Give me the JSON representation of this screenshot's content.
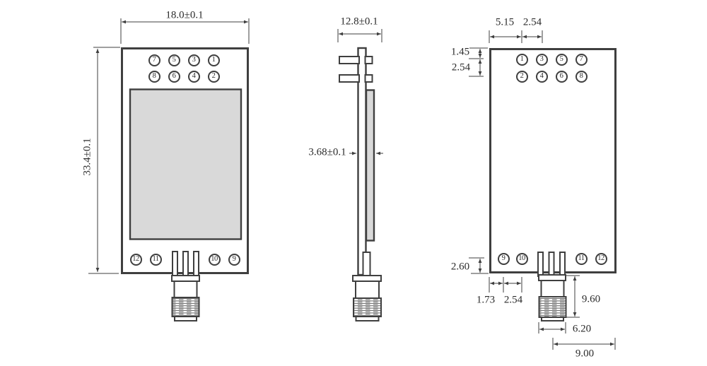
{
  "drawing": {
    "type": "mechanical-dimension-drawing",
    "views": {
      "front": {
        "pins_top_row1": [
          "7",
          "5",
          "3",
          "1"
        ],
        "pins_top_row2": [
          "8",
          "6",
          "4",
          "2"
        ],
        "pins_bottom": [
          "12",
          "11",
          "10",
          "9"
        ],
        "dim_width": "18.0±0.1",
        "dim_height": "33.4±0.1"
      },
      "side": {
        "dim_pin_length": "12.8±0.1",
        "dim_thickness": "3.68±0.1"
      },
      "back": {
        "pins_top_row1": [
          "1",
          "3",
          "5",
          "7"
        ],
        "pins_top_row2": [
          "2",
          "4",
          "6",
          "8"
        ],
        "pins_bottom": [
          "9",
          "10",
          "11",
          "12"
        ],
        "dim_edge_to_pin1": "5.15",
        "dim_pin_pitch_top": "2.54",
        "dim_top_edge_to_row1": "1.45",
        "dim_row_pitch": "2.54",
        "dim_bottom_row_to_edge": "2.60",
        "dim_edge_to_pin9": "1.73",
        "dim_pin_pitch_bottom": "2.54",
        "dim_connector_length": "9.60",
        "dim_connector_width": "6.20",
        "dim_connector_to_edge": "9.00"
      }
    },
    "colors": {
      "line": "#3f3f3f",
      "shield_fill": "#d9d9d9",
      "background": "#ffffff",
      "text": "#2b2b2b"
    }
  }
}
